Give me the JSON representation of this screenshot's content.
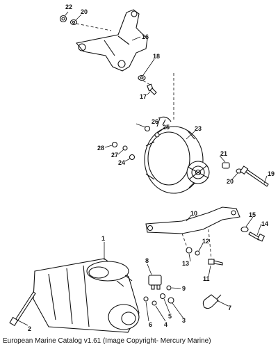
{
  "caption": "European Marine Catalog v1.61 (Image Copyright- Mercury Marine)",
  "callouts": {
    "c1": "1",
    "c2": "2",
    "c3": "3",
    "c4": "4",
    "c5": "5",
    "c6": "6",
    "c7": "7",
    "c8": "8",
    "c9": "9",
    "c10": "10",
    "c11": "11",
    "c12": "12",
    "c13": "13",
    "c14": "14",
    "c15": "15",
    "c16": "16",
    "c17": "17",
    "c18": "18",
    "c19": "19",
    "c20a": "20",
    "c20b": "20",
    "c21": "21",
    "c22": "22",
    "c23": "23",
    "c24": "24",
    "c25": "25",
    "c26": "26",
    "c27": "27",
    "c28": "28"
  }
}
